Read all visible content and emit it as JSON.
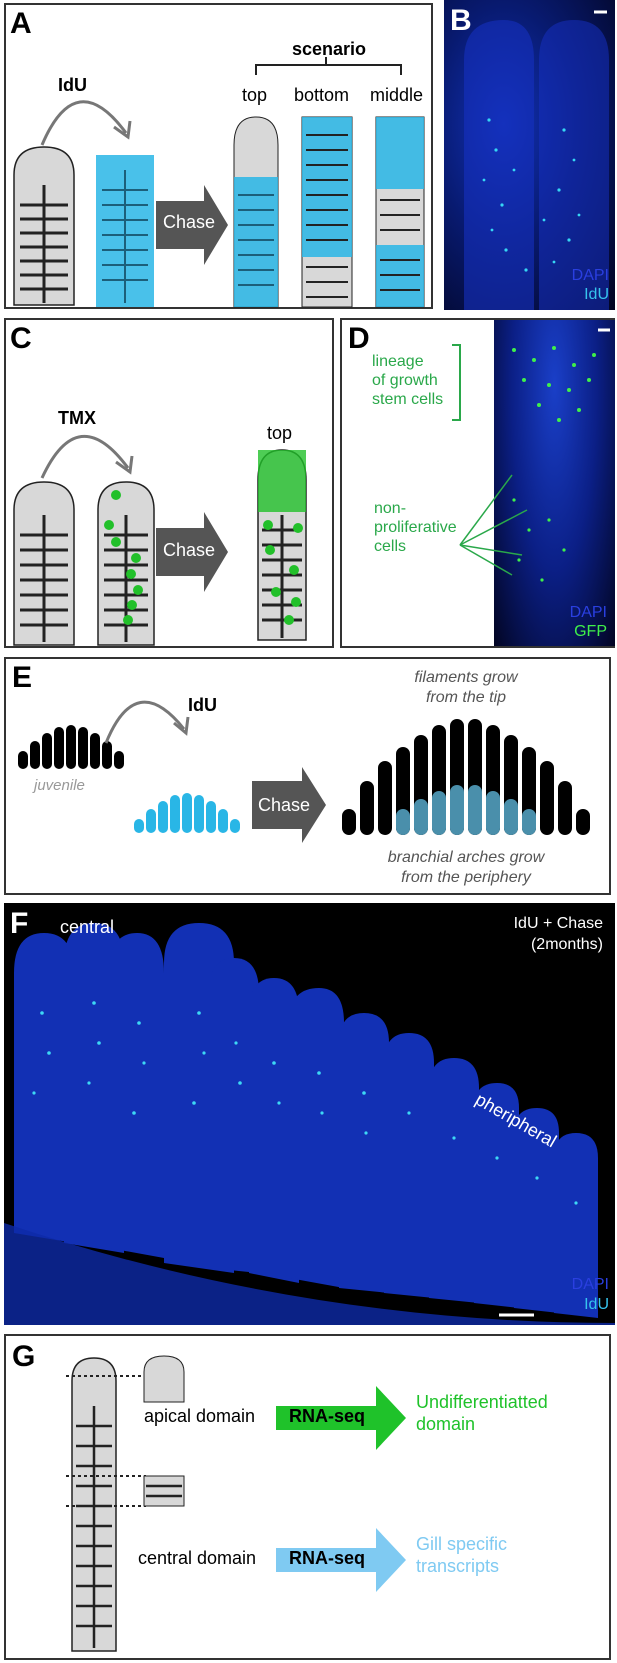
{
  "panels": {
    "a": {
      "letter": "A",
      "pulse": "IdU",
      "chase": "Chase",
      "scenario_title": "scenario",
      "scenarios": [
        "top",
        "bottom",
        "middle"
      ]
    },
    "b": {
      "letter": "B",
      "stains": [
        "DAPI",
        "IdU"
      ]
    },
    "c": {
      "letter": "C",
      "pulse": "TMX",
      "chase": "Chase",
      "result": "top"
    },
    "d": {
      "letter": "D",
      "lineage": [
        "lineage",
        "of growth",
        "stem cells"
      ],
      "nonprolif": [
        "non-",
        "proliferative",
        "cells"
      ],
      "stains": [
        "DAPI",
        "GFP"
      ]
    },
    "e": {
      "letter": "E",
      "pulse": "IdU",
      "juvenile": "juvenile",
      "chase": "Chase",
      "filaments": [
        "filaments grow",
        "from the tip"
      ],
      "arches": [
        "branchial arches grow",
        "from the periphery"
      ]
    },
    "f": {
      "letter": "F",
      "central": "central",
      "peripheral": "pheripheral",
      "treatment": [
        "IdU + Chase",
        "(2months)"
      ],
      "stains": [
        "DAPI",
        "IdU"
      ]
    },
    "g": {
      "letter": "G",
      "apical": "apical domain",
      "central_domain": "central domain",
      "method": "RNA-seq",
      "apical_result": [
        "Undifferentiatted",
        "domain"
      ],
      "central_result": [
        "Gill specific",
        "transcripts"
      ]
    }
  },
  "colors": {
    "idu": "#29b6e6",
    "gfp": "#22c02a",
    "dapi": "#1a2fd0",
    "arrow": "#555555",
    "label_cells": "#2aa84a"
  }
}
